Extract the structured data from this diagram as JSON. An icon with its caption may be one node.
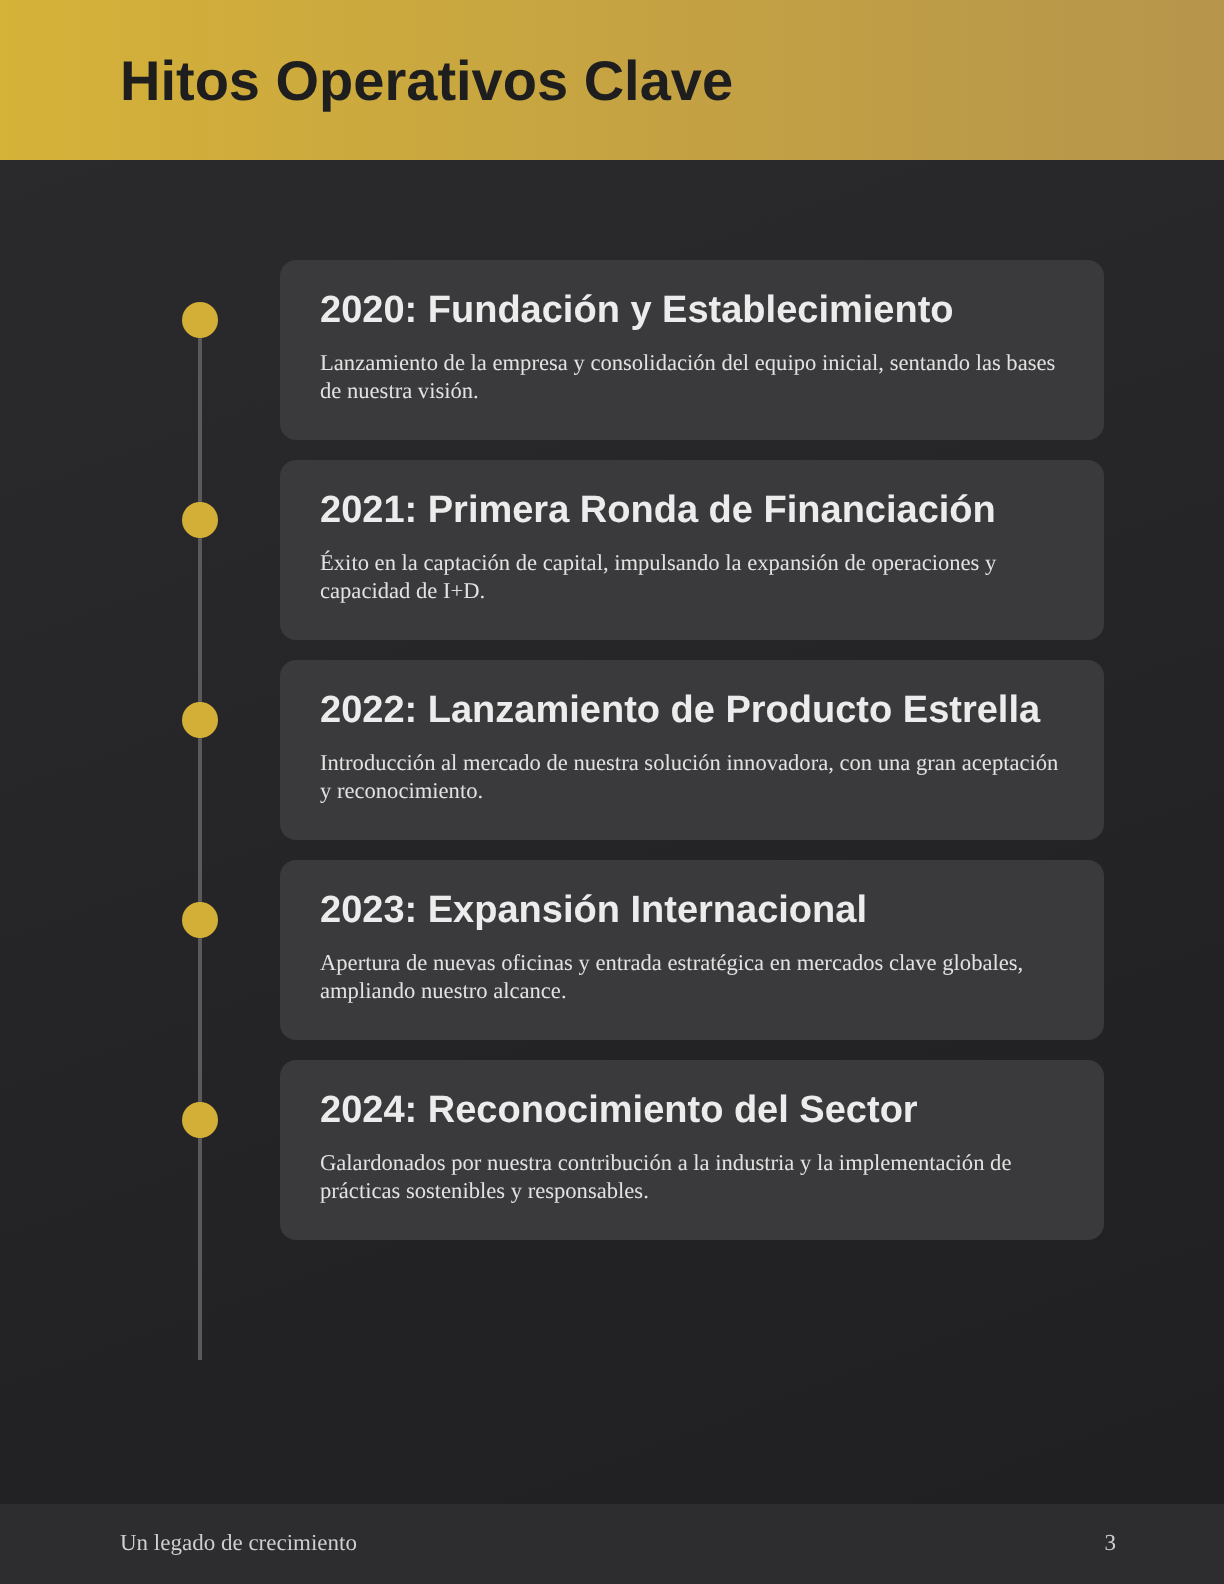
{
  "diagram": {
    "title": "Hitos Operativos Clave",
    "nodes": [
      {
        "text": [
          "2020: Fundación y Establecimiento",
          "Lanzamiento de la empresa y consolidación del equipo inicial, sentando las bases de nuestra visión."
        ]
      },
      {
        "text": [
          "2021: Primera Ronda de Financiación",
          "Éxito en la captación de capital, impulsando la expansión de operaciones y capacidad de I+D."
        ]
      },
      {
        "text": [
          "2022: Lanzamiento de Producto Estrella",
          "Introducción al mercado de nuestra solución innovadora, con una gran aceptación y reconocimiento."
        ]
      },
      {
        "text": [
          "2023: Expansión Internacional",
          "Apertura de nuevas oficinas y entrada estratégica en mercados clave globales, ampliando nuestro alcance."
        ]
      },
      {
        "text": [
          "2024: Reconocimiento del Sector",
          "Galardonados por nuestra contribución a la industria y la implementación de prácticas sostenibles y responsables."
        ]
      }
    ],
    "labels": [
      "Un legado de crecimiento",
      "3"
    ]
  }
}
